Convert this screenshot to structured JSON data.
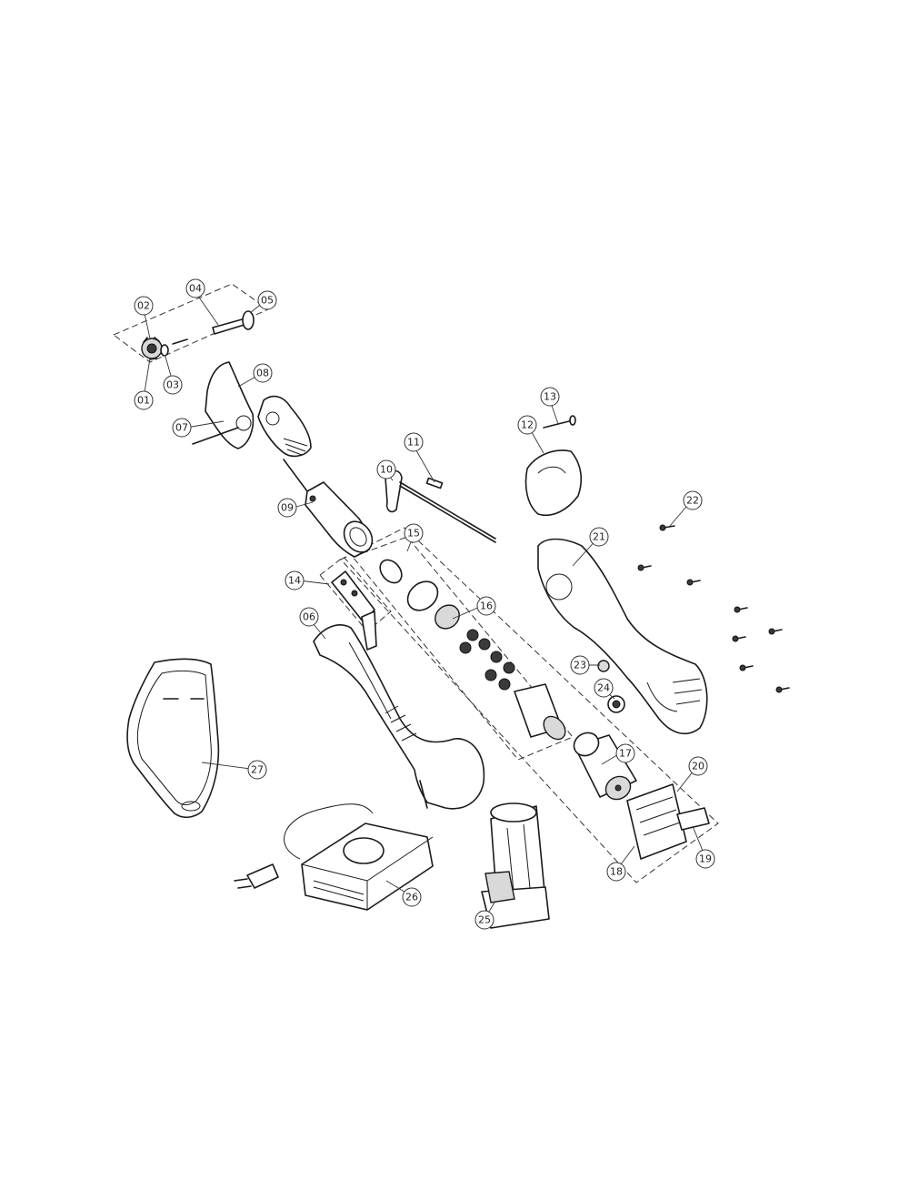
{
  "diagram": {
    "callouts": [
      "01",
      "02",
      "03",
      "04",
      "05",
      "06",
      "07",
      "08",
      "09",
      "10",
      "11",
      "12",
      "13",
      "14",
      "15",
      "16",
      "17",
      "18",
      "19",
      "20",
      "21",
      "22",
      "23",
      "24",
      "25",
      "26",
      "27"
    ]
  }
}
